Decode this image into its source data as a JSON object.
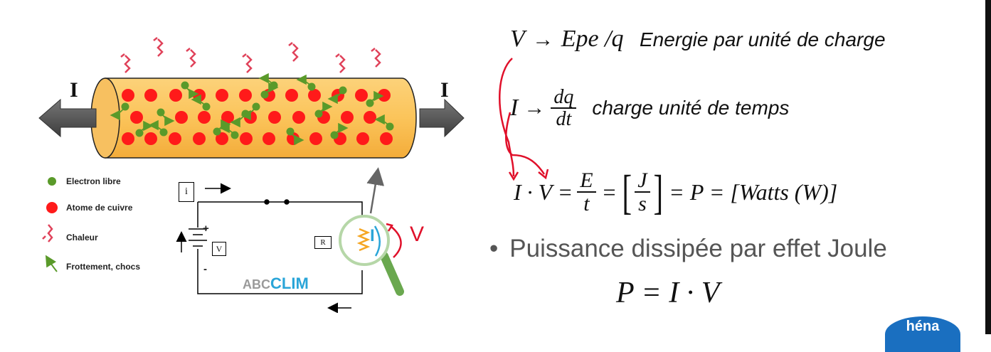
{
  "diagram": {
    "current_left": "I",
    "current_right": "I",
    "legend": [
      {
        "icon": "green-dot-icon",
        "label": "Electron libre"
      },
      {
        "icon": "red-dot-icon",
        "label": "Atome de cuivre"
      },
      {
        "icon": "heat-zigzag-icon",
        "label": "Chaleur"
      },
      {
        "icon": "green-arrow-icon",
        "label": "Frottement, chocs"
      }
    ],
    "circuit": {
      "current_box": "i",
      "voltage_box": "V",
      "resistor_box": "R",
      "battery_plus": "+",
      "battery_minus": "-",
      "brand_abc": "ABC",
      "brand_clim": "CLIM",
      "annotation_I": "I",
      "annotation_V": "V"
    },
    "colors": {
      "wire_fill": "#fbc45a",
      "atom": "#ff1a1a",
      "electron": "#5a9a2a",
      "heat": "#e0425a",
      "ink": "#e0102a",
      "arrow_grey": "#555555"
    }
  },
  "equations": {
    "eq1": {
      "lhs": "V",
      "arrow": "→",
      "rhs": "Epe /q",
      "note": "Energie par unité de charge"
    },
    "eq2": {
      "lhs": "I",
      "arrow": "→",
      "num": "dq",
      "den": "dt",
      "note": "charge unité de temps"
    },
    "eq3": {
      "lhs": "I · V =",
      "frac_num": "E",
      "frac_den": "t",
      "eq": "=",
      "br_num": "J",
      "br_den": "s",
      "tail": "= P = [Watts (W)]"
    },
    "bullet_char": "•",
    "bullet_text": "Puissance dissipée par effet Joule",
    "formula": "P = I · V"
  },
  "logo": {
    "text": "héna",
    "color": "#1a6fc0"
  }
}
